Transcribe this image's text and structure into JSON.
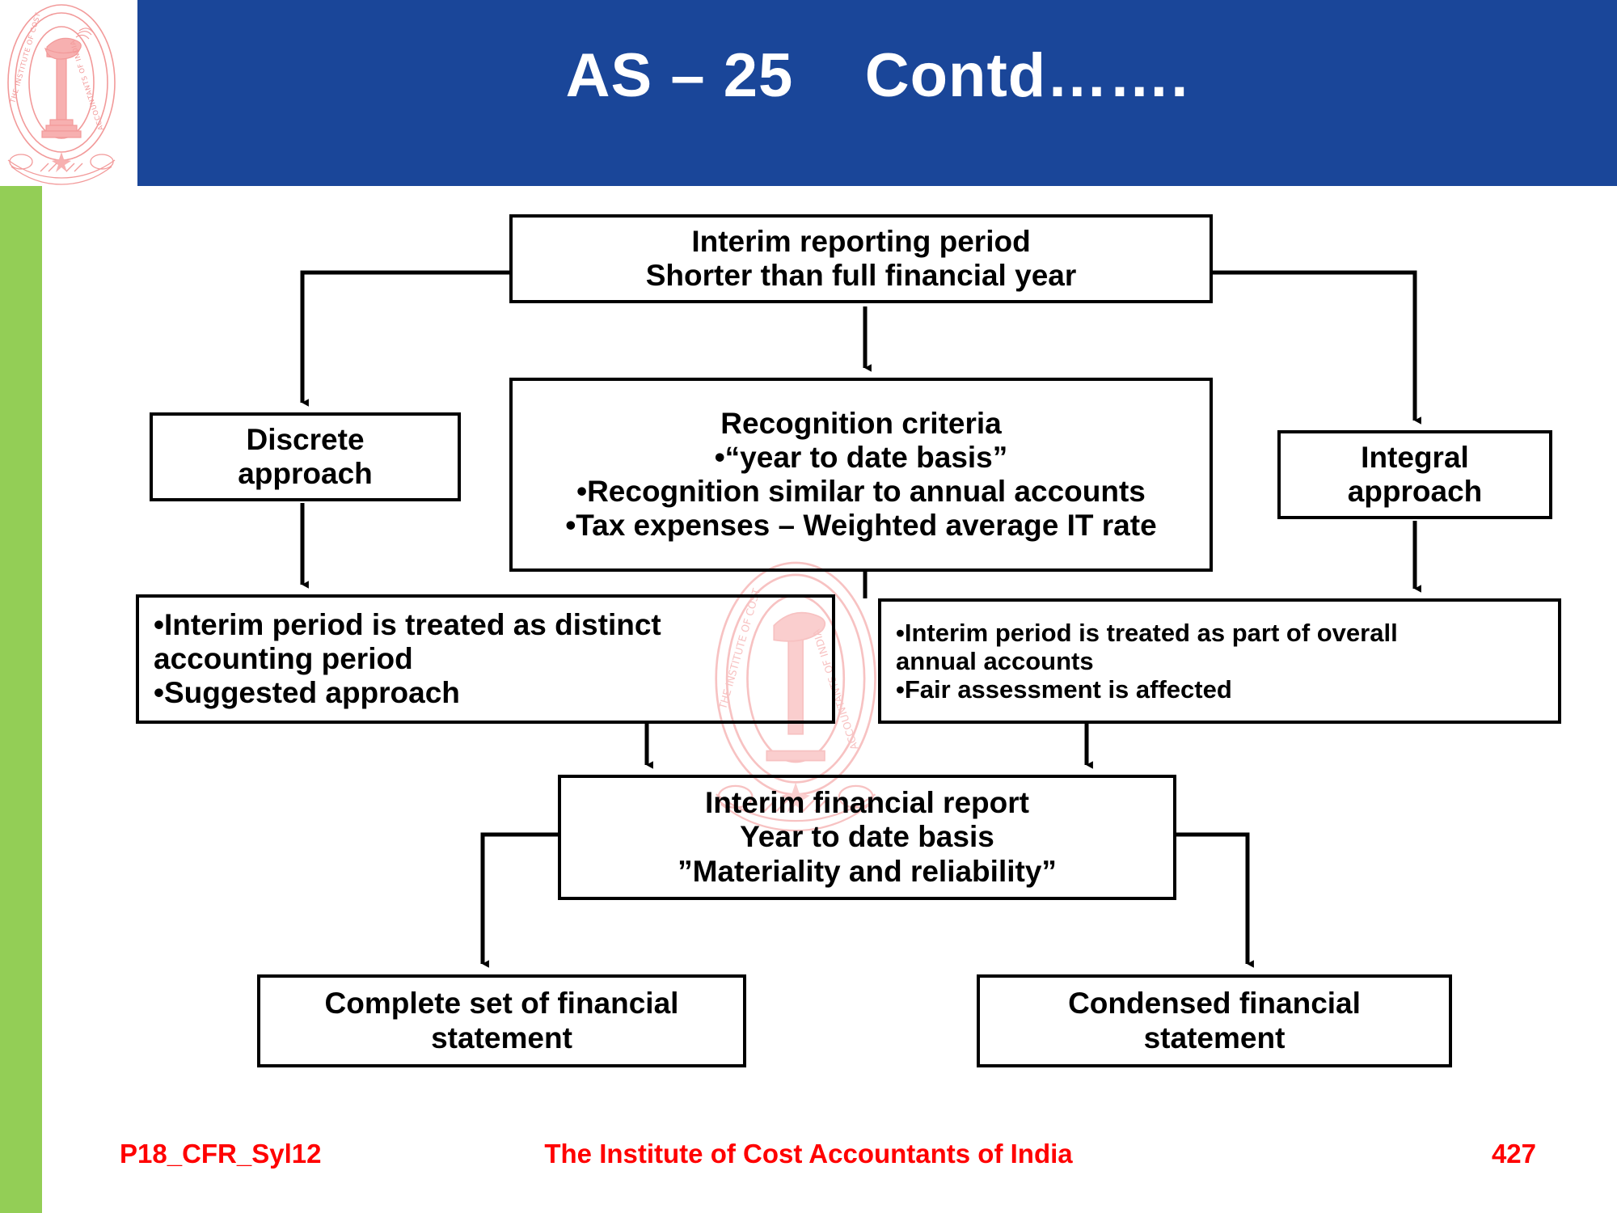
{
  "header": {
    "title": "AS – 25    Contd…….",
    "band_color": "#1a4699",
    "title_color": "#ffffff"
  },
  "accent": {
    "green_bar": "#93ce56",
    "seal_color": "#f4a0a0",
    "footer_color": "#ff0000",
    "line_color": "#000000"
  },
  "logo": {
    "name": "institute-of-cost-accountants-of-india-seal"
  },
  "diagram": {
    "boxes": [
      {
        "id": "interim-period",
        "lines": [
          "Interim reporting period",
          "Shorter than full financial year"
        ],
        "align": "center"
      },
      {
        "id": "recognition-criteria",
        "lines": [
          "Recognition criteria",
          "•“year to date basis”",
          "•Recognition similar to annual accounts",
          "•Tax expenses – Weighted average IT rate"
        ],
        "align": "center"
      },
      {
        "id": "discrete-approach",
        "lines": [
          "Discrete",
          "approach"
        ],
        "align": "center"
      },
      {
        "id": "integral-approach",
        "lines": [
          "Integral",
          "approach"
        ],
        "align": "center"
      },
      {
        "id": "distinct-accounting-period",
        "lines": [
          "•Interim period is treated as distinct",
          "accounting period",
          "•Suggested approach"
        ],
        "align": "left"
      },
      {
        "id": "part-of-overall-annual-accounts",
        "lines": [
          "•Interim period is treated as part of overall",
          "annual accounts",
          "•Fair assessment is affected"
        ],
        "align": "left"
      },
      {
        "id": "interim-financial-report",
        "lines": [
          "Interim financial report",
          "Year to date basis",
          "”Materiality and reliability”"
        ],
        "align": "center"
      },
      {
        "id": "complete-set",
        "lines": [
          "Complete set of financial",
          "statement"
        ],
        "align": "center"
      },
      {
        "id": "condensed",
        "lines": [
          "Condensed financial",
          "statement"
        ],
        "align": "center"
      }
    ]
  },
  "footer": {
    "code": "P18_CFR_Syl12",
    "center": "The Institute of Cost Accountants of India",
    "page": "427"
  }
}
